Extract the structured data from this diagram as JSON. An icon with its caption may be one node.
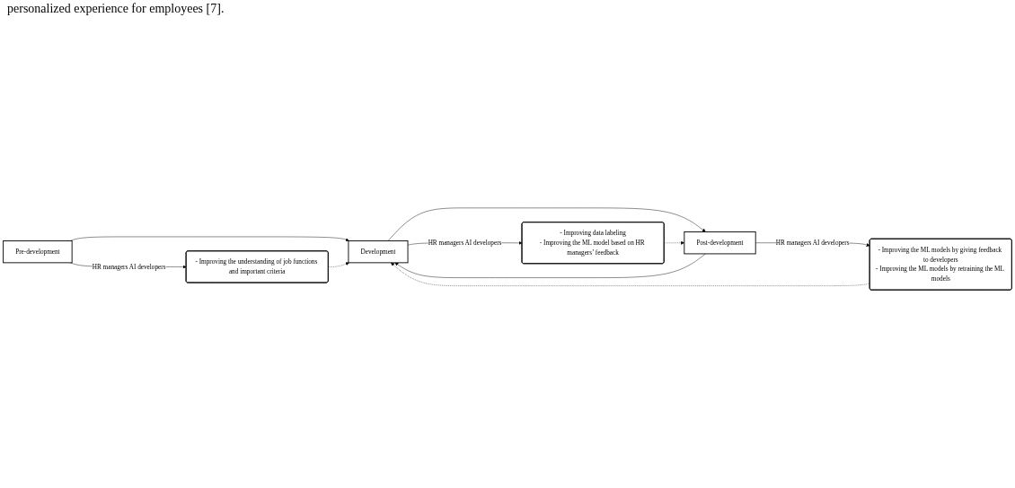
{
  "diagram": {
    "nodes": [
      {
        "text": [
          "Pre-development"
        ]
      },
      {
        "text": [
          "- Improving the understanding of job functions and important criteria"
        ]
      },
      {
        "text": [
          "Development"
        ]
      },
      {
        "text": [
          "- Improving data labeling",
          "- Improving the ML model based on HR managers’ feedback"
        ]
      },
      {
        "text": [
          "Post-development"
        ]
      },
      {
        "text": [
          "- Improving the ML models by giving feedback to developers",
          "- Improving the ML models by retraining the ML models"
        ]
      }
    ],
    "edges": [
      {
        "from": 0,
        "to": 1,
        "arrow": "to",
        "label": "HR managers AI developers"
      },
      {
        "from": 0,
        "to": 2,
        "arrow": "to"
      },
      {
        "from": 1,
        "to": 2,
        "arrow": "to",
        "style": "dashed"
      },
      {
        "from": 2,
        "to": 3,
        "arrow": "to",
        "label": "HR managers AI developers"
      },
      {
        "from": 2,
        "to": 4,
        "arrow": "to"
      },
      {
        "from": 3,
        "to": 4,
        "arrow": "to",
        "style": "dashed"
      },
      {
        "from": 4,
        "to": 5,
        "arrow": "to",
        "label": "HR managers AI developers"
      },
      {
        "from": 4,
        "to": 2,
        "arrow": "to"
      },
      {
        "from": 5,
        "to": 2,
        "arrow": "to",
        "style": "dashed"
      }
    ],
    "labels": [
      "personalized experience for employees [7]."
    ]
  }
}
